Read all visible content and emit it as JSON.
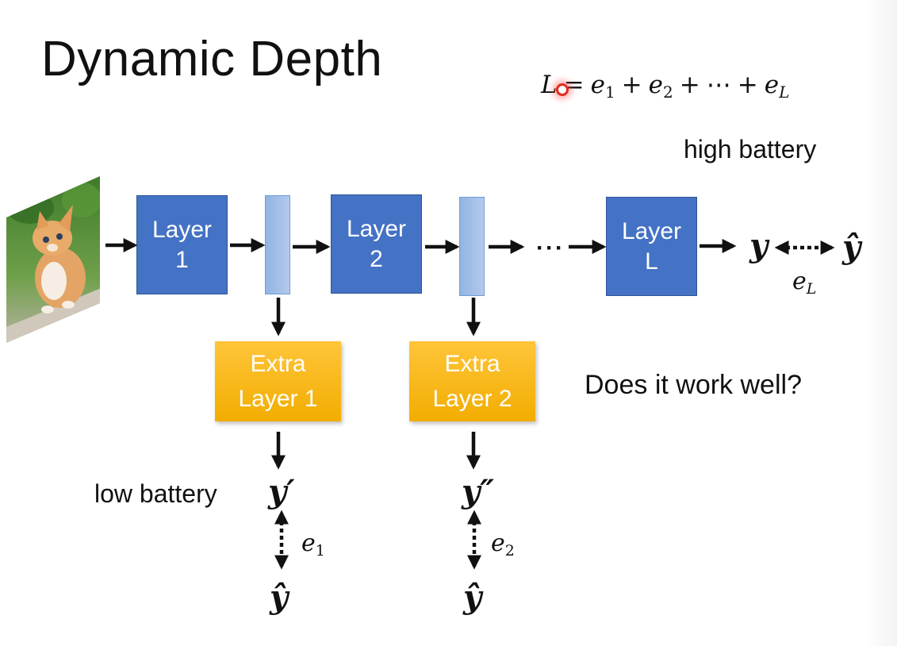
{
  "slide": {
    "title": "Dynamic Depth",
    "formula": {
      "lhs": "L",
      "equals": "=",
      "terms": [
        {
          "base": "e",
          "sub": "1"
        },
        {
          "base": "e",
          "sub": "2"
        },
        {
          "base": "⋯",
          "sub": ""
        },
        {
          "base": "e",
          "sub": "L"
        }
      ],
      "plus": "+"
    },
    "high_battery_label": "high battery",
    "low_battery_label": "low battery",
    "question": "Does it work well?",
    "input_image": "kitten-photo",
    "main_layers": [
      {
        "line1": "Layer",
        "line2": "1"
      },
      {
        "line1": "Layer",
        "line2": "2"
      },
      {
        "line1": "Layer",
        "line2": "L"
      }
    ],
    "ellipsis": "···",
    "extra_layers": [
      {
        "line1": "Extra",
        "line2": "Layer 1"
      },
      {
        "line1": "Extra",
        "line2": "Layer 2"
      }
    ],
    "outputs": {
      "final": {
        "y": "y",
        "target": "ŷ",
        "error_base": "e",
        "error_sub": "L"
      },
      "exit1": {
        "y": "y′",
        "target": "ŷ",
        "error_base": "e",
        "error_sub": "1"
      },
      "exit2": {
        "y": "y″",
        "target": "ŷ",
        "error_base": "e",
        "error_sub": "2"
      }
    },
    "colors": {
      "layer_blue": "#4472c4",
      "hidden_light_blue": "#9dbde8",
      "extra_orange": "#ffc000",
      "pointer_red": "#e32a1e"
    }
  }
}
